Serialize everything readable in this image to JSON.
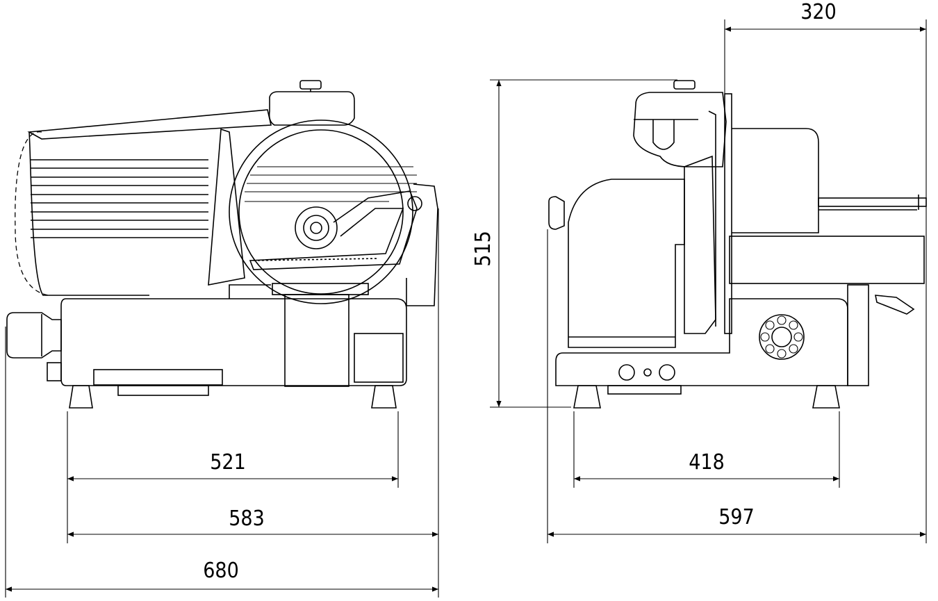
{
  "dimensions": {
    "overall_length_left": "680",
    "base_length_left": "583",
    "feet_spacing_left": "521",
    "overall_height": "515",
    "overall_width_right": "597",
    "feet_spacing_right": "418",
    "top_width_right": "320"
  }
}
